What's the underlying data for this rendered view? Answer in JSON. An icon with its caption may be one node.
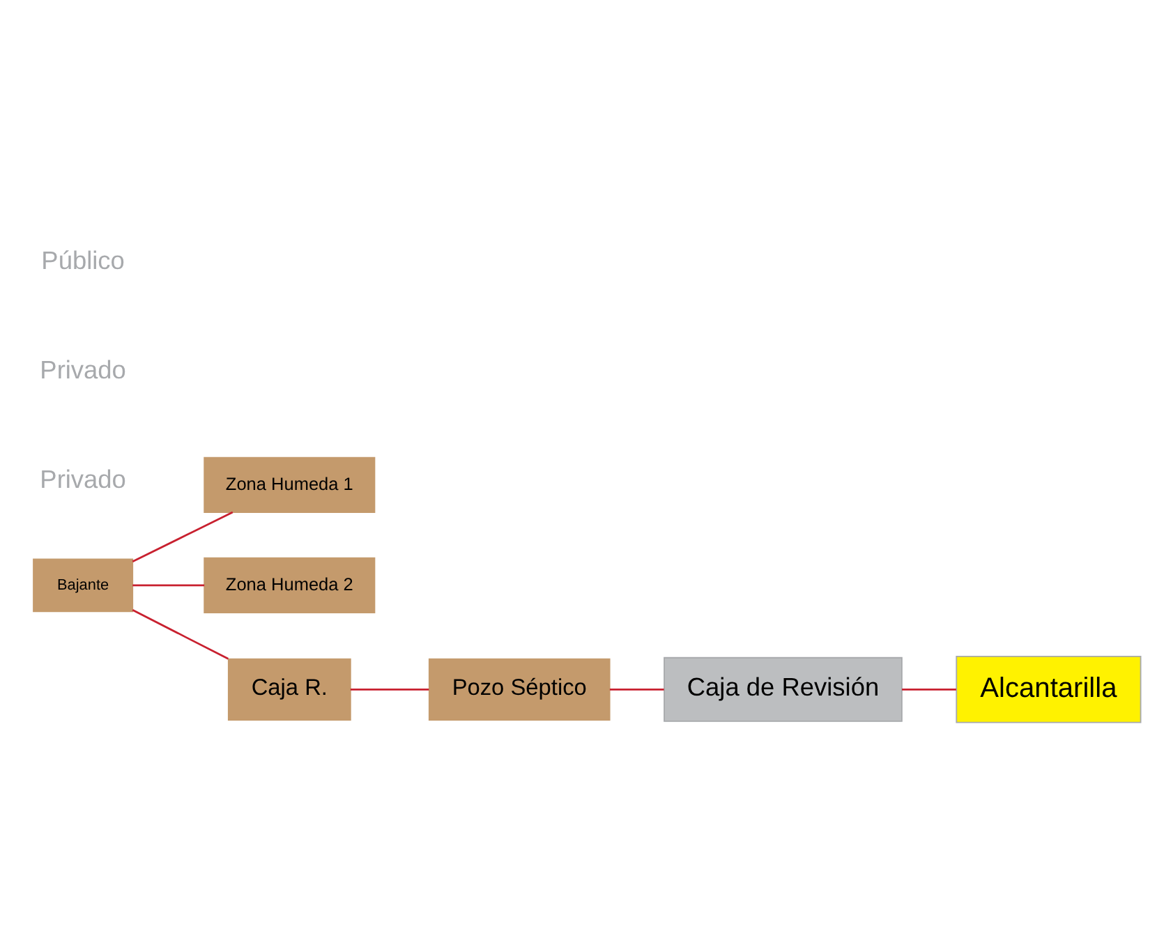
{
  "diagram": {
    "nodes": [
      {
        "text": [
          "Zona Humeda 1"
        ]
      },
      {
        "text": [
          "Bajante"
        ]
      },
      {
        "text": [
          "Zona Humeda 2"
        ]
      },
      {
        "text": [
          "Pozo Séptico"
        ]
      },
      {
        "text": [
          "Caja R."
        ]
      },
      {
        "text": [
          "Caja de Revisión"
        ]
      },
      {
        "text": [
          "Alcantarilla"
        ]
      }
    ],
    "edges": [
      {
        "from": 1,
        "to": 0,
        "arrow": "none"
      },
      {
        "from": 1,
        "to": 2,
        "arrow": "none"
      },
      {
        "from": 1,
        "to": 4,
        "arrow": "none"
      },
      {
        "from": 4,
        "to": 3,
        "arrow": "none"
      },
      {
        "from": 3,
        "to": 5,
        "arrow": "none"
      },
      {
        "from": 5,
        "to": 6,
        "arrow": "none"
      }
    ],
    "labels": [
      "Privado",
      "Privado",
      "Público"
    ]
  }
}
